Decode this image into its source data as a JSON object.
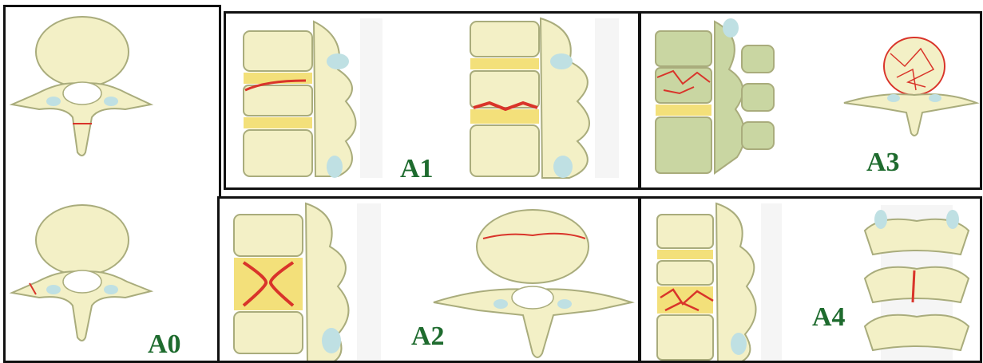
{
  "colors": {
    "bone_fill": "#f3f0c6",
    "bone_stroke": "#a9ac7c",
    "bone_green": "#c9d6a2",
    "disc_fill": "#f3e07a",
    "fracture": "#d9342a",
    "facet_blue": "#bfe0e3",
    "label_green": "#1e6b2e",
    "frame": "#111111"
  },
  "panels": [
    {
      "id": "A0",
      "label": "A0"
    },
    {
      "id": "A1",
      "label": "A1"
    },
    {
      "id": "A2",
      "label": "A2"
    },
    {
      "id": "A3",
      "label": "A3"
    },
    {
      "id": "A4",
      "label": "A4"
    }
  ]
}
